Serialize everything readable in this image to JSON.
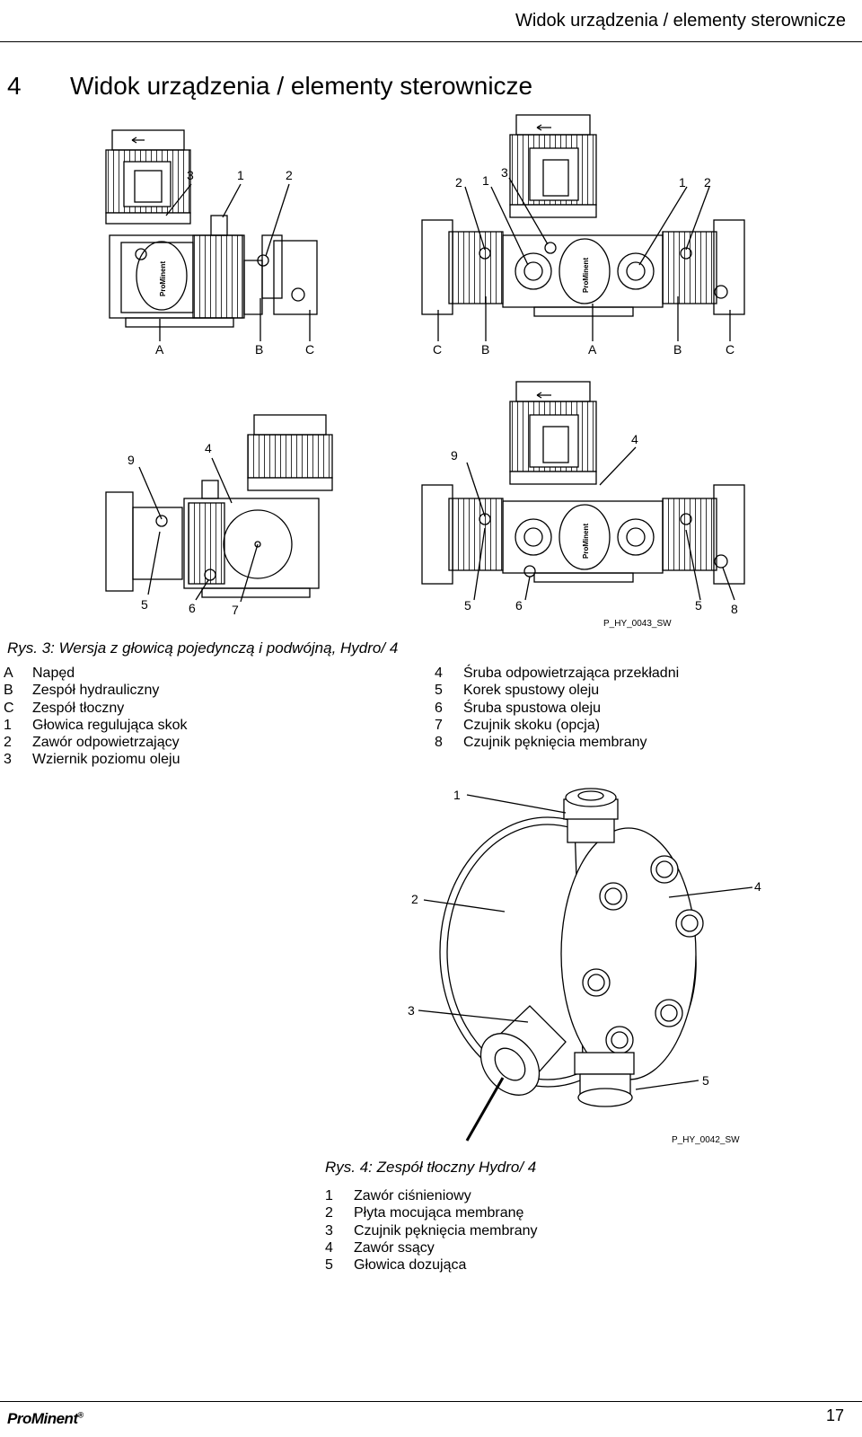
{
  "header": {
    "title": "Widok urządzenia / elementy sterownicze"
  },
  "section": {
    "number": "4",
    "title": "Widok urządzenia / elementy sterownicze"
  },
  "figure3": {
    "callouts_top_left": [
      "3",
      "1",
      "2"
    ],
    "callouts_top_right_a": [
      "2",
      "1",
      "3"
    ],
    "callouts_top_right_b": [
      "1",
      "2"
    ],
    "bottom_labels_left": [
      "A",
      "B",
      "C"
    ],
    "bottom_labels_right": [
      "C",
      "B",
      "A",
      "B",
      "C"
    ],
    "callouts_lower_left_top": [
      "9",
      "4"
    ],
    "callouts_lower_left_bottom": [
      "5",
      "6",
      "7"
    ],
    "callouts_lower_right_top": [
      "9",
      "4"
    ],
    "callouts_lower_right_bottom": [
      "5",
      "6",
      "5",
      "8"
    ],
    "drawing_code": "P_HY_0043_SW",
    "brand_label": "ProMinent",
    "caption": "Rys. 3: Wersja z głowicą pojedynczą i podwójną, Hydro/ 4",
    "legend_left": [
      {
        "key": "A",
        "text": "Napęd"
      },
      {
        "key": "B",
        "text": "Zespół hydrauliczny"
      },
      {
        "key": "C",
        "text": "Zespół tłoczny"
      },
      {
        "key": "1",
        "text": "Głowica regulująca skok"
      },
      {
        "key": "2",
        "text": "Zawór odpowietrzający"
      },
      {
        "key": "3",
        "text": "Wziernik poziomu oleju"
      }
    ],
    "legend_right": [
      {
        "key": "4",
        "text": "Śruba odpowietrzająca przekładni"
      },
      {
        "key": "5",
        "text": "Korek spustowy oleju"
      },
      {
        "key": "6",
        "text": "Śruba spustowa oleju"
      },
      {
        "key": "7",
        "text": "Czujnik skoku (opcja)"
      },
      {
        "key": "8",
        "text": "Czujnik pęknięcia membrany"
      }
    ]
  },
  "figure4": {
    "callouts": [
      "1",
      "2",
      "4",
      "3",
      "5"
    ],
    "drawing_code": "P_HY_0042_SW",
    "caption": "Rys. 4: Zespół tłoczny Hydro/ 4",
    "legend": [
      {
        "key": "1",
        "text": "Zawór ciśnieniowy"
      },
      {
        "key": "2",
        "text": "Płyta mocująca membranę"
      },
      {
        "key": "3",
        "text": "Czujnik pęknięcia membrany"
      },
      {
        "key": "4",
        "text": "Zawór ssący"
      },
      {
        "key": "5",
        "text": "Głowica dozująca"
      }
    ]
  },
  "footer": {
    "brand": "ProMinent",
    "page": "17"
  }
}
